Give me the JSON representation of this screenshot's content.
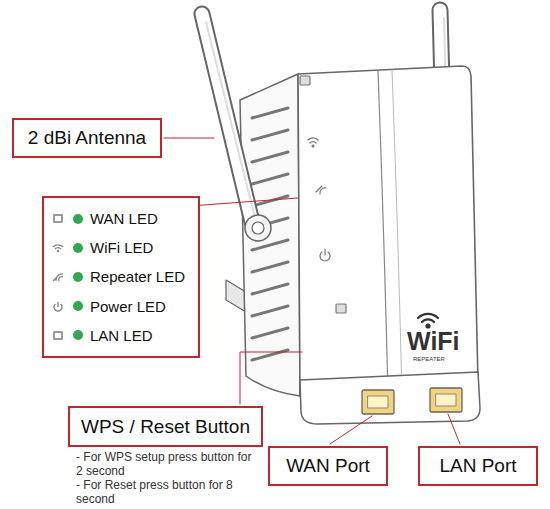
{
  "diagram": {
    "nodes": [
      {
        "text": [
          "2 dBi Antenna"
        ]
      },
      {
        "text": [
          "WAN LED",
          "WiFi LED",
          "Repeater LED",
          "Power LED",
          "LAN LED"
        ]
      },
      {
        "text": [
          "WPS / Reset Button"
        ]
      },
      {
        "text": [
          "WAN Port"
        ]
      },
      {
        "text": [
          "LAN Port"
        ]
      }
    ],
    "labels": [
      "- For WPS setup press button for 2 second",
      "- For Reset press button for 8 second",
      "WiFi",
      "REPEATER"
    ]
  }
}
